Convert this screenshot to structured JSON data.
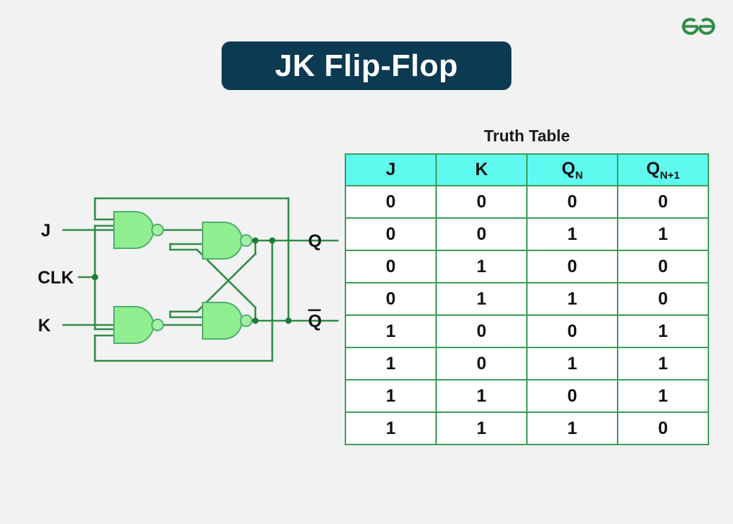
{
  "page": {
    "background_color": "#f2f2f2",
    "title": "JK Flip-Flop"
  },
  "logo": {
    "name": "geeksforgeeks-logo",
    "color": "#2f8d46"
  },
  "banner": {
    "label": "JK Flip-Flop",
    "background_color": "#0b3a52",
    "text_color": "#ffffff"
  },
  "circuit": {
    "name": "jk-flip-flop-nand-circuit",
    "gate_fill": "#90ee90",
    "gate_stroke": "#4caf6e",
    "wire_color": "#2e8b45",
    "inputs": [
      {
        "label": "J"
      },
      {
        "label": "CLK"
      },
      {
        "label": "K"
      }
    ],
    "outputs": [
      {
        "label": "Q",
        "overbar": false
      },
      {
        "label": "Q",
        "overbar": true
      }
    ],
    "gates": [
      {
        "name": "nand-gate-1",
        "type": "NAND"
      },
      {
        "name": "nand-gate-2",
        "type": "NAND"
      },
      {
        "name": "nand-gate-3",
        "type": "NAND"
      },
      {
        "name": "nand-gate-4",
        "type": "NAND"
      }
    ]
  },
  "truth_table": {
    "caption": "Truth Table",
    "header_background": "#5ffaef",
    "border_color": "#3a9d56",
    "columns": [
      {
        "label": "J",
        "sub": ""
      },
      {
        "label": "K",
        "sub": ""
      },
      {
        "label": "Q",
        "sub": "N"
      },
      {
        "label": "Q",
        "sub": "N+1"
      }
    ],
    "rows": [
      [
        "0",
        "0",
        "0",
        "0"
      ],
      [
        "0",
        "0",
        "1",
        "1"
      ],
      [
        "0",
        "1",
        "0",
        "0"
      ],
      [
        "0",
        "1",
        "1",
        "0"
      ],
      [
        "1",
        "0",
        "0",
        "1"
      ],
      [
        "1",
        "0",
        "1",
        "1"
      ],
      [
        "1",
        "1",
        "0",
        "1"
      ],
      [
        "1",
        "1",
        "1",
        "0"
      ]
    ]
  }
}
